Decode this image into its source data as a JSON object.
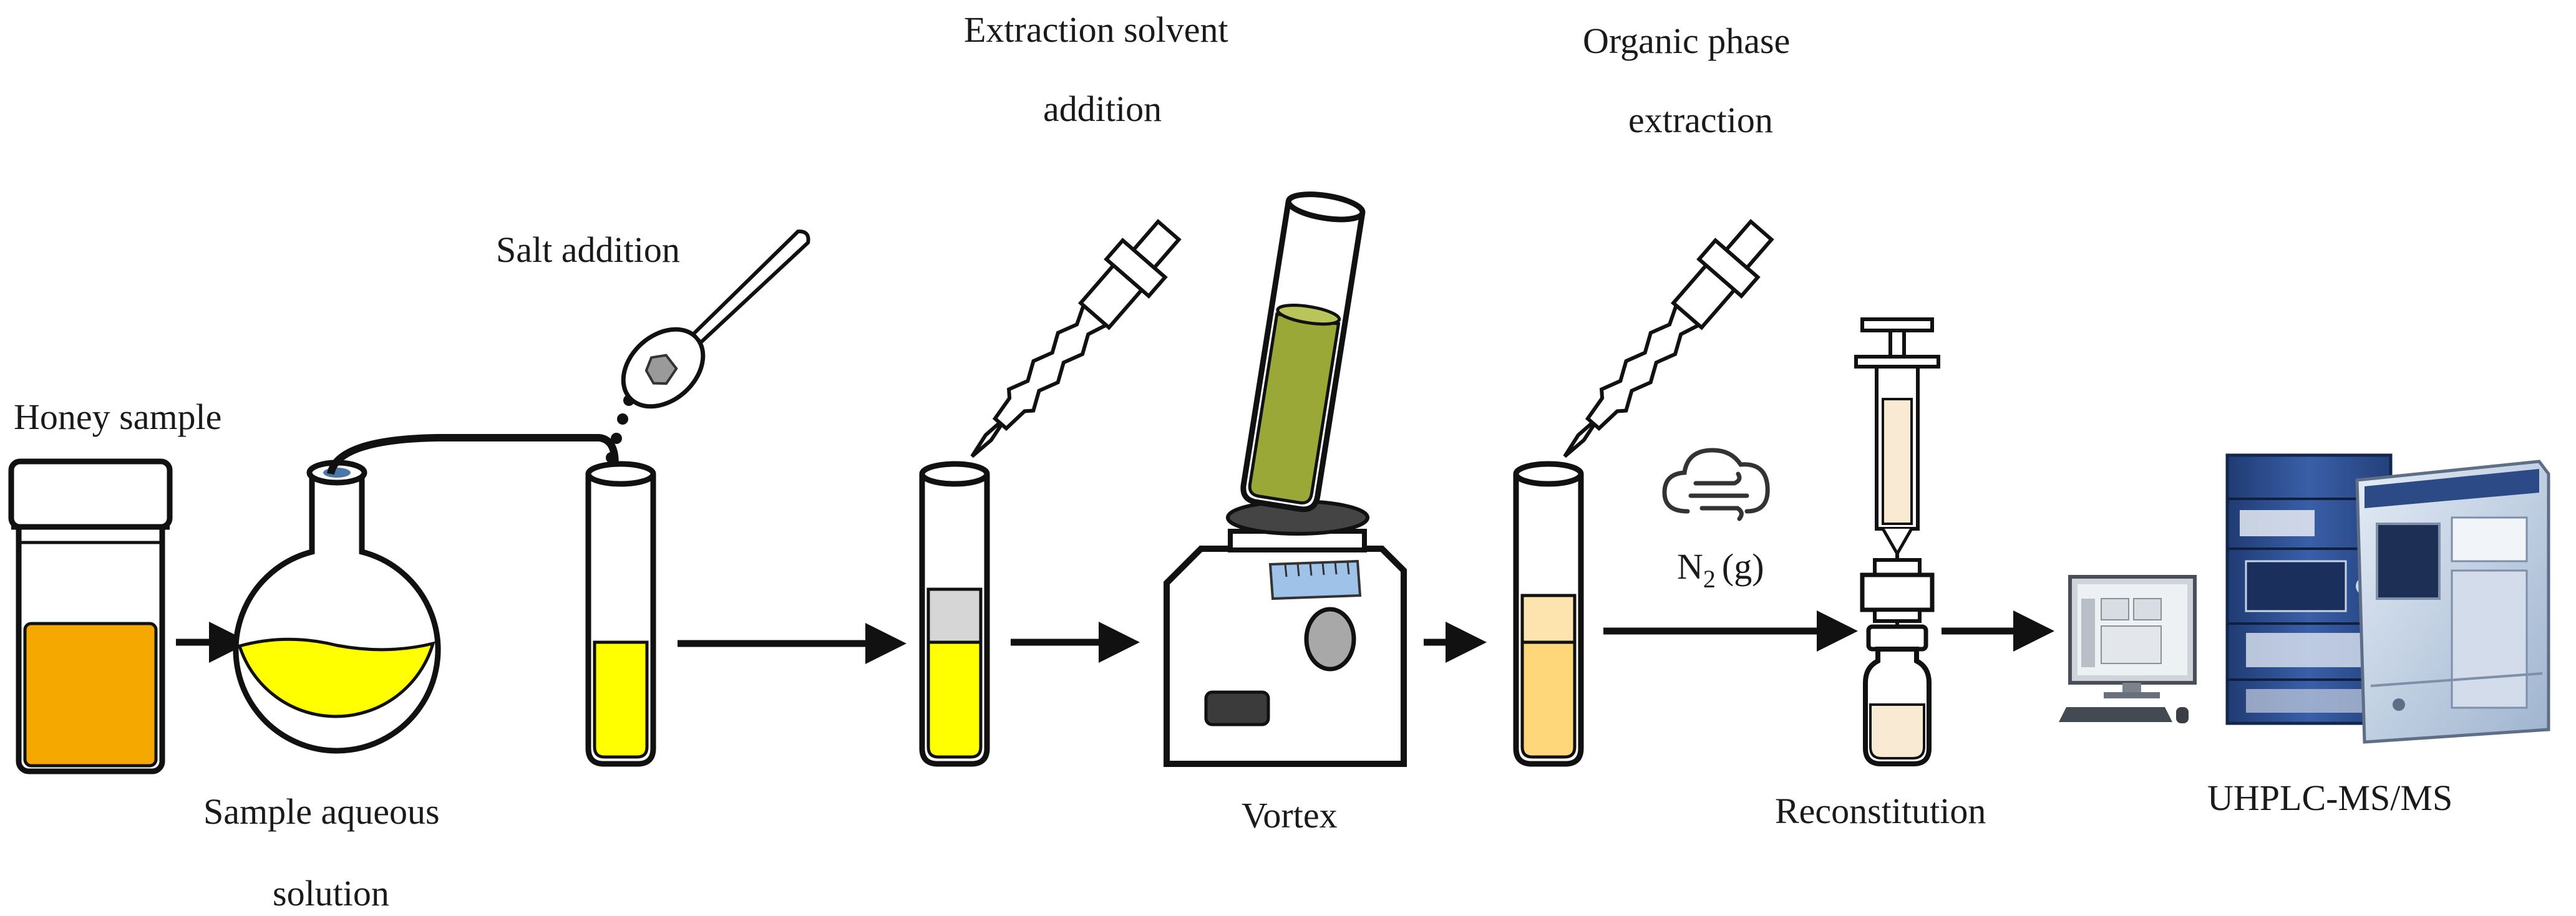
{
  "labels": {
    "honey_sample": "Honey sample",
    "sample_aqueous_line1": "Sample aqueous",
    "sample_aqueous_line2": "solution",
    "salt_addition": "Salt addition",
    "extraction_solvent_line1": "Extraction solvent",
    "extraction_solvent_line2": "addition",
    "vortex": "Vortex",
    "organic_phase_line1": "Organic phase",
    "organic_phase_line2": "extraction",
    "n2_symbol": "N",
    "n2_subscript": "2",
    "n2_state": "(g)",
    "reconstitution": "Reconstitution",
    "uhplc": "UHPLC-MS/MS"
  },
  "colors": {
    "honey": "#f5a800",
    "yellow_solution": "#ffff00",
    "extraction_layer": "#d6d6d6",
    "vortex_tube_liquid": "#9aa838",
    "organic_upper": "#fde3ad",
    "organic_lower": "#fdd77a",
    "vial_liquid": "#f9ead3",
    "instrument_blue": "#2c4a86",
    "vortex_dial": "#9fc3e8"
  },
  "icons": [
    "spoon-icon",
    "pipette-icon",
    "cloud-wind-icon",
    "syringe-icon",
    "computer-icon",
    "uhplc-instrument-icon"
  ]
}
